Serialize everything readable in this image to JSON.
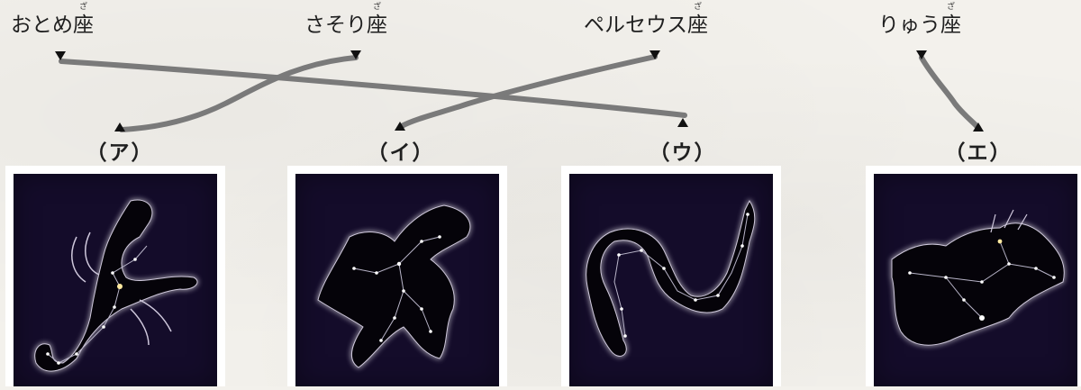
{
  "constellations": [
    {
      "name_main": "おとめ",
      "name_kanji": "座",
      "furigana": "ざ"
    },
    {
      "name_main": "さそり",
      "name_kanji": "座",
      "furigana": "ざ"
    },
    {
      "name_main": "ペルセウス",
      "name_kanji": "座",
      "furigana": "ざ"
    },
    {
      "name_main": "りゅう",
      "name_kanji": "座",
      "furigana": "ざ"
    }
  ],
  "cards": [
    {
      "label": "（ア）",
      "figure_icon": "scorpion-constellation-icon"
    },
    {
      "label": "（イ）",
      "figure_icon": "hero-constellation-icon"
    },
    {
      "label": "（ウ）",
      "figure_icon": "dragon-constellation-icon"
    },
    {
      "label": "（エ）",
      "figure_icon": "maiden-constellation-icon"
    }
  ],
  "connections": [
    {
      "from": "おとめ座",
      "to": "（ウ）"
    },
    {
      "from": "さそり座",
      "to": "（ア）"
    },
    {
      "from": "ペルセウス座",
      "to": "（イ）"
    },
    {
      "from": "りゅう座",
      "to": "（エ）"
    }
  ],
  "colors": {
    "line": "#7a7a7a",
    "sky": "#140c2a",
    "glow": "#e8e4f0"
  }
}
